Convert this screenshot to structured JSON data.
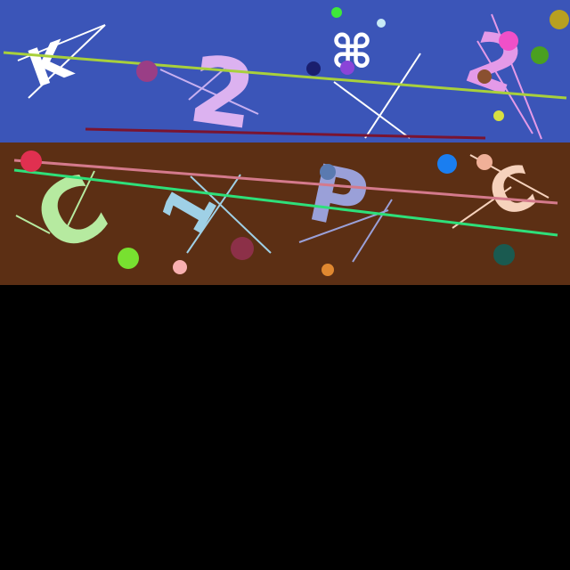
{
  "canvas": {
    "background": "#000000"
  },
  "panels": [
    {
      "name": "top-panel",
      "color": "#3b55b8"
    },
    {
      "name": "bottom-panel",
      "color": "#5c2f14"
    }
  ],
  "glyphs": [
    {
      "name": "glyph-k",
      "text": "K",
      "color": "#ffffff"
    },
    {
      "name": "glyph-2",
      "text": "2",
      "color": "#dcb2f0"
    },
    {
      "name": "glyph-ornament",
      "text": "⌘",
      "color": "#ffffff"
    },
    {
      "name": "glyph-2-rotated",
      "text": "2",
      "color": "#e49ae8"
    },
    {
      "name": "glyph-c",
      "text": "C",
      "color": "#b6eaa0"
    },
    {
      "name": "glyph-1",
      "text": "1",
      "color": "#9fd0e6"
    },
    {
      "name": "glyph-p",
      "text": "P",
      "color": "#9aa0d8"
    },
    {
      "name": "glyph-c-small",
      "text": "C",
      "color": "#f6d2bc"
    }
  ],
  "lines": [
    {
      "name": "line-yellowgreen",
      "color": "#a8d03c"
    },
    {
      "name": "line-darkred",
      "color": "#7a1430"
    },
    {
      "name": "line-pink",
      "color": "#d47a8c"
    },
    {
      "name": "line-green",
      "color": "#2ee07a"
    }
  ],
  "dots": [
    {
      "name": "dot-purple",
      "color": "#9a3e86"
    },
    {
      "name": "dot-green",
      "color": "#3ee83a"
    },
    {
      "name": "dot-lightblue",
      "color": "#c8eaf6"
    },
    {
      "name": "dot-navy",
      "color": "#1a1e6e"
    },
    {
      "name": "dot-violet",
      "color": "#8a44d8"
    },
    {
      "name": "dot-magenta",
      "color": "#f050c8"
    },
    {
      "name": "dot-olive",
      "color": "#b8a020"
    },
    {
      "name": "dot-darkgreen",
      "color": "#4aa020"
    },
    {
      "name": "dot-brown",
      "color": "#8a5030"
    },
    {
      "name": "dot-yellow",
      "color": "#d8e040"
    },
    {
      "name": "dot-red",
      "color": "#e03050"
    },
    {
      "name": "dot-steel",
      "color": "#5a7ab0"
    },
    {
      "name": "dot-blue",
      "color": "#1a7ef0"
    },
    {
      "name": "dot-peach",
      "color": "#f0b098"
    },
    {
      "name": "dot-lime",
      "color": "#78e030"
    },
    {
      "name": "dot-maroon",
      "color": "#8c3048"
    },
    {
      "name": "dot-pink",
      "color": "#f8b0b0"
    },
    {
      "name": "dot-teal",
      "color": "#1a5a50"
    },
    {
      "name": "dot-orange",
      "color": "#e08830"
    }
  ]
}
